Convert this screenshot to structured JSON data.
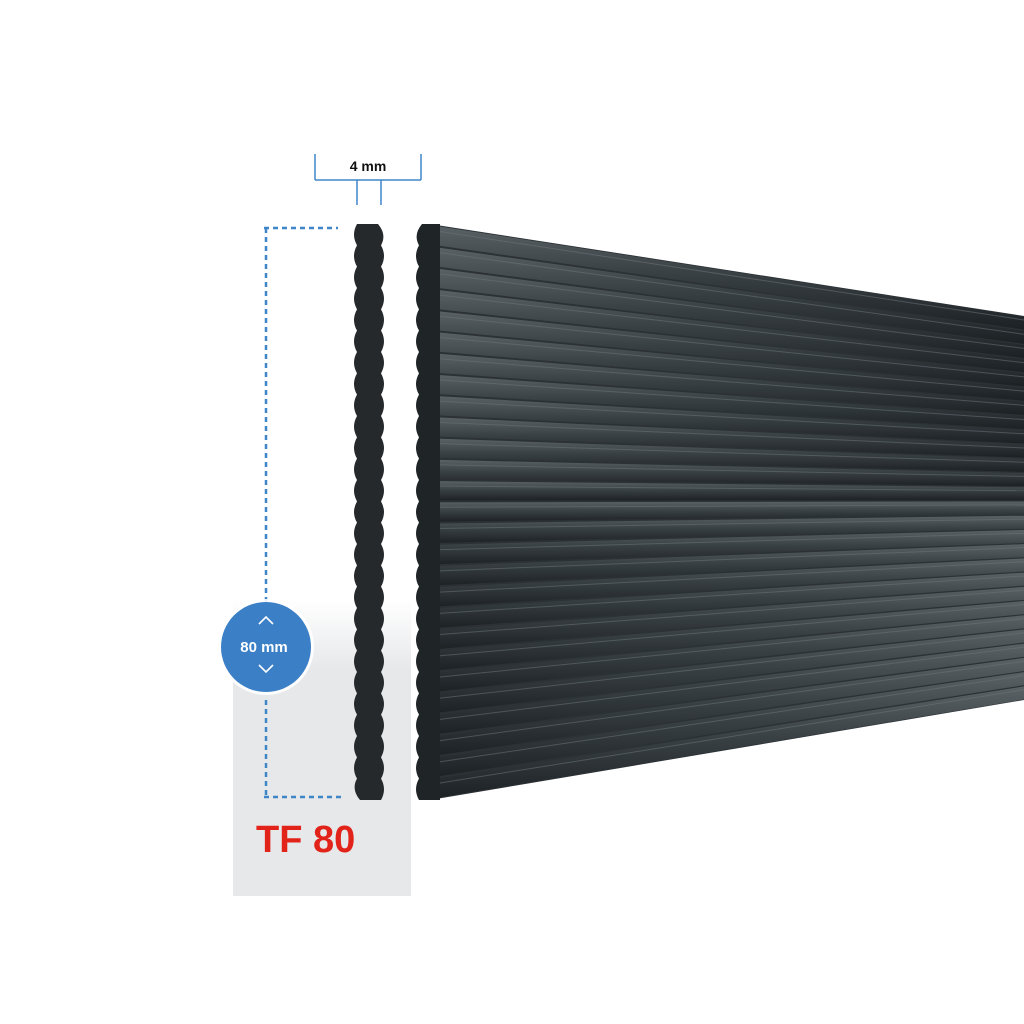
{
  "thickness_label": "4 mm",
  "height_label": "80 mm",
  "model_label": "TF 80",
  "colors": {
    "panel": "#2b3134",
    "panel_dark": "#1f2427",
    "profile": "#25292c",
    "dimension_blue": "#3f86c8",
    "badge_blue": "#3b7fc6",
    "model_red": "#e2231a",
    "label_bg": "#e7e8ea"
  },
  "icons": {
    "up": "chevron-up-icon",
    "down": "chevron-down-icon"
  }
}
